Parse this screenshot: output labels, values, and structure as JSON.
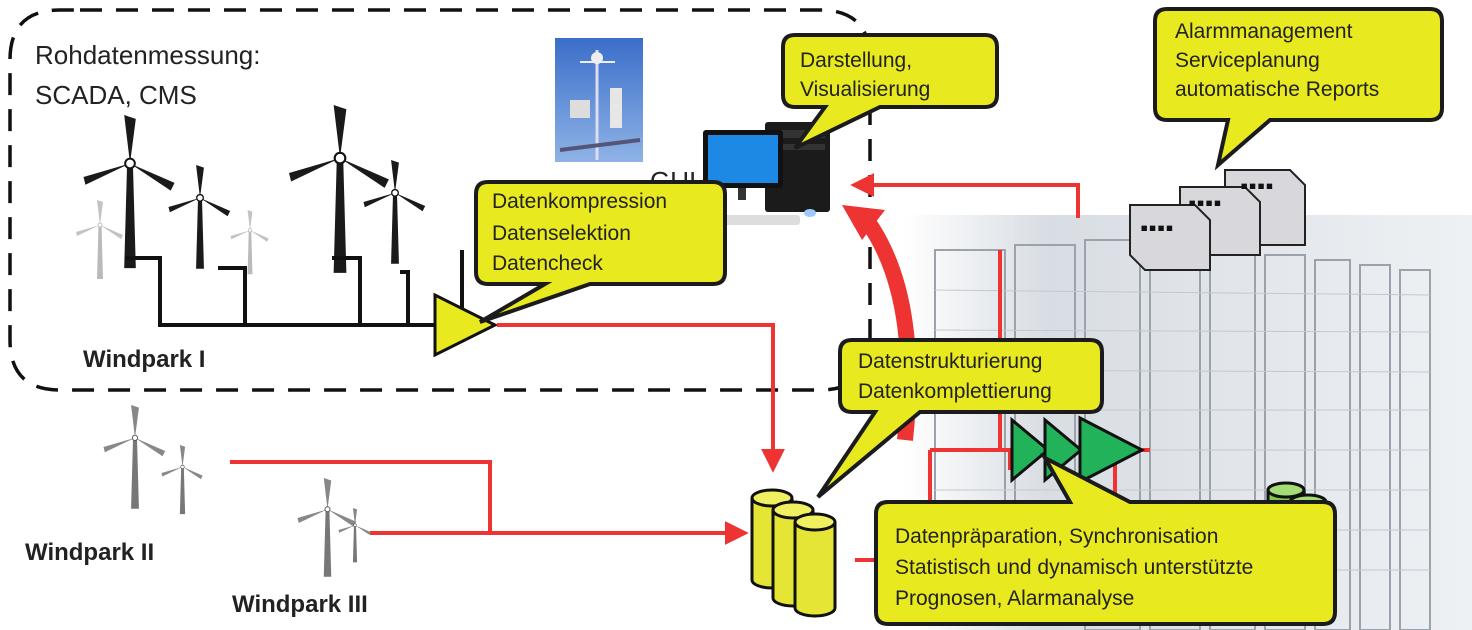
{
  "colors": {
    "callout_fill": "#e8ea1f",
    "callout_stroke": "#1b1b1b",
    "flow_line": "#ee3333",
    "black_line": "#111111",
    "processor_green": "#22b35a",
    "db_yellow": "#e5e535",
    "db_green": "#7cc94b",
    "server_gray": "#d7d7dc"
  },
  "region": {
    "title_line1": "Rohdatenmessung:",
    "title_line2": "SCADA, CMS"
  },
  "windparks": {
    "one": "Windpark I",
    "two": "Windpark II",
    "three": "Windpark III"
  },
  "gui_label": "GUI",
  "callouts": {
    "visualization": [
      "Darstellung,",
      "Visualisierung"
    ],
    "alarm": [
      "Alarmmanagement",
      "Serviceplanung",
      "automatische Reports"
    ],
    "compression": [
      "Datenkompression",
      "Datenselektion",
      "Datencheck"
    ],
    "structuring": [
      "Datenstrukturierung",
      "Datenkomplettierung"
    ],
    "preparation": [
      "Datenpräparation, Synchronisation",
      "Statistisch und dynamisch unterstützte",
      "Prognosen, Alarmanalyse"
    ]
  },
  "icons": {
    "weather_station": "weather-station-icon",
    "computer": "desktop-computer-icon",
    "servers": "server-rack-icon",
    "database": "database-cylinder-icon",
    "amplifier": "triangle-processor-icon",
    "turbine": "wind-turbine-icon"
  },
  "server_panel_text": "▪▪▪▪"
}
